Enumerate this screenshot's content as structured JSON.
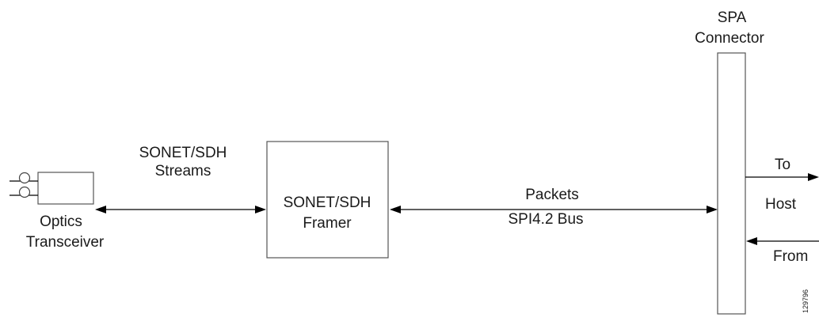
{
  "optics": {
    "label_line1": "Optics",
    "label_line2": "Transceiver"
  },
  "link1": {
    "label_line1": "SONET/SDH",
    "label_line2": "Streams"
  },
  "framer": {
    "label_line1": "SONET/SDH",
    "label_line2": "Framer"
  },
  "link2": {
    "top_label": "Packets",
    "bottom_label": "SPI4.2 Bus"
  },
  "connector": {
    "label_line1": "SPA",
    "label_line2": "Connector"
  },
  "host": {
    "to_label": "To",
    "host_label": "Host",
    "from_label": "From"
  },
  "figure_id": "129796"
}
